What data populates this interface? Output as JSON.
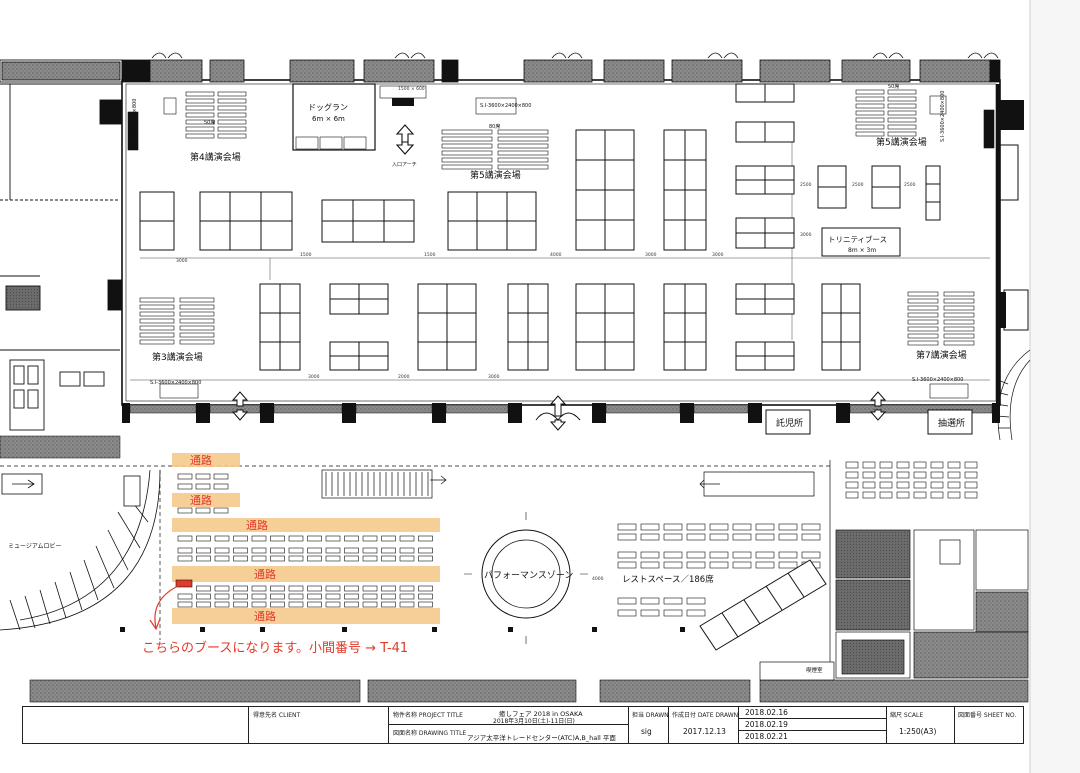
{
  "plan": {
    "rooms": {
      "lecture4": "第4講演会場",
      "lecture5a": "第5講演会場",
      "lecture5b": "第5講演会場",
      "lecture3": "第3講演会場",
      "lecture7": "第7講演会場",
      "dogrun": "ドッグラン",
      "dogrun_size": "6m × 6m",
      "entrance_arch": "入口アーチ",
      "trinity_booth": "トリニティブース",
      "trinity_size": "8m × 3m",
      "daycare": "託児所",
      "lottery": "抽選所",
      "performance_zone": "パフォーマンスゾーン",
      "rest_space": "レストスペース／186席",
      "museum_lobby": "ミュージアムロビー",
      "jpn_smoking": "喫煙室"
    },
    "seat_counts": {
      "l4": "50席",
      "l5": "80席",
      "l5b": "50席"
    },
    "screens": {
      "s1": "S.I-3600×2400×800",
      "s2": "S.I-3600×2400×800",
      "s3": "S.I-3600×2400×800",
      "s4": "S.I-3600×2400×800",
      "s5": "S.I-3600×2400×800",
      "s6": "S.I-3600×2400×800"
    },
    "dims": {
      "d1": "1500 × 600",
      "d2": "3000",
      "d3": "1500",
      "d4": "4000",
      "d5": "3000",
      "d6": "3000",
      "d7": "3000",
      "d8": "3000",
      "d9": "2500",
      "d10": "2500",
      "d11": "2500",
      "d12": "3000",
      "d13": "4000",
      "d14": "1500",
      "d15": "2000"
    },
    "handwriting": {
      "aisle": "通路",
      "note": "こちらのブースになります。小間番号 → T-41"
    }
  },
  "title_block": {
    "client_label": "得意先名 CLIENT",
    "client_value": "",
    "project_label": "物件名称 PROJECT TITLE",
    "project_value": "癒しフェア 2018 in OSAKA",
    "project_dates": "2018年3月10日(土)-11日(日)",
    "drawing_label": "図面名称 DRAWING TITLE",
    "drawing_value": "アジア太平洋トレードセンター(ATC)A,B_hall 平面",
    "drawn_label": "担当 DRAWN",
    "drawn_value": "sig",
    "date_label": "作成日付 DATE DRAWN",
    "date_value": "2017.12.13",
    "revisions": [
      "2018.02.16",
      "2018.02.19",
      "2018.02.21"
    ],
    "scale_label": "縮尺 SCALE",
    "scale_value": "1:250(A3)",
    "sheet_label": "図面番号 SHEET NO.",
    "sheet_value": ""
  }
}
